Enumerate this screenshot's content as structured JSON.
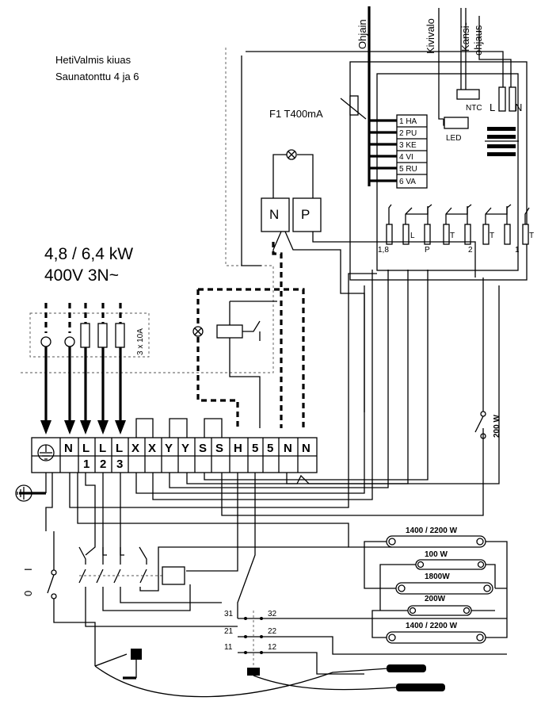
{
  "header": {
    "title_line1": "HetiValmis kiuas",
    "title_line2": "Saunatonttu  4 ja 6"
  },
  "power": {
    "rating": "4,8 / 6,4 kW",
    "voltage": "400V  3N~"
  },
  "top_labels": {
    "ohjain": "Ohjain",
    "kivivalo": "Kivivalo",
    "kansiohjaus_1": "Kansi-",
    "kansiohjaus_2": "ohjaus",
    "ntc": "NTC",
    "led": "LED",
    "l": "L",
    "n": "N",
    "fuse": "F1 T400mA"
  },
  "controller_pins": [
    "1  HA",
    "2  PU",
    "3  KE",
    "4  VI",
    "5  RU",
    "6  VA"
  ],
  "relay_labels": [
    "1,8",
    "L",
    "P",
    "T",
    "2",
    "T",
    "1",
    "T"
  ],
  "contactor": {
    "n": "N",
    "p": "P"
  },
  "fuses_label": "3 x 10A",
  "terminals": [
    "N",
    "L\n1",
    "L\n2",
    "L\n3",
    "X",
    "X",
    "Y",
    "Y",
    "S",
    "S",
    "H",
    "5",
    "5",
    "N",
    "N"
  ],
  "terminal_display": [
    {
      "top": "N",
      "bottom": ""
    },
    {
      "top": "L",
      "bottom": "1"
    },
    {
      "top": "L",
      "bottom": "2"
    },
    {
      "top": "L",
      "bottom": "3"
    },
    {
      "top": "X",
      "bottom": ""
    },
    {
      "top": "X",
      "bottom": ""
    },
    {
      "top": "Y",
      "bottom": ""
    },
    {
      "top": "Y",
      "bottom": ""
    },
    {
      "top": "S",
      "bottom": ""
    },
    {
      "top": "S",
      "bottom": ""
    },
    {
      "top": "H",
      "bottom": ""
    },
    {
      "top": "5",
      "bottom": ""
    },
    {
      "top": "5",
      "bottom": ""
    },
    {
      "top": "N",
      "bottom": ""
    },
    {
      "top": "N",
      "bottom": ""
    }
  ],
  "heaters": [
    {
      "label": "1400 / 2200 W"
    },
    {
      "label": "100 W"
    },
    {
      "label": "1800W"
    },
    {
      "label": "200W"
    },
    {
      "label": "1400 / 2200 W"
    }
  ],
  "switch_200w": "200 W",
  "onoff": {
    "off": "0",
    "on": "I"
  },
  "contacts": [
    "31",
    "32",
    "21",
    "22",
    "11",
    "12"
  ]
}
